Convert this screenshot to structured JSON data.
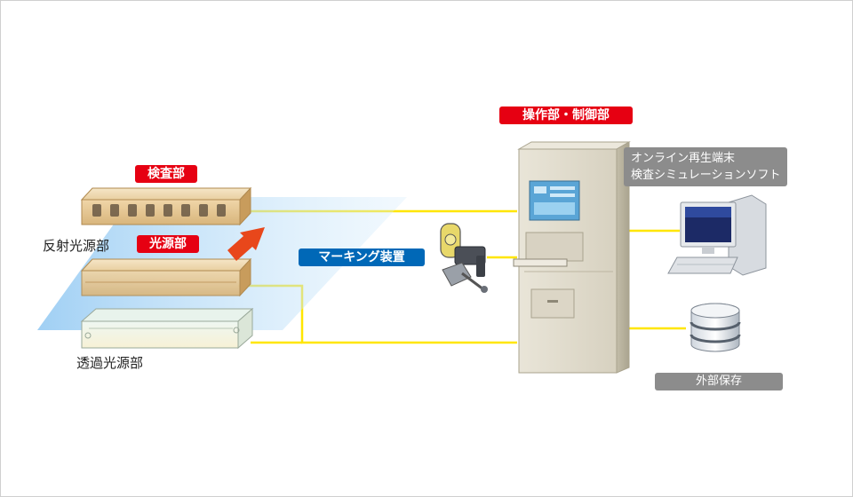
{
  "labels": {
    "inspection_unit": "検査部",
    "light_source_unit": "光源部",
    "reflective_light_source": "反射光源部",
    "transmissive_light_source": "透過光源部",
    "marking_device": "マーキング装置",
    "control_unit": "操作部・制御部",
    "terminal_line1": "オンライン再生端末",
    "terminal_line2": "検査シミュレーションソフト",
    "external_storage": "外部保存"
  },
  "colors": {
    "tag_red": "#e60012",
    "tag_blue": "#0068b7",
    "tag_gray": "#8c8c8c",
    "connector_yellow": "#ffe600",
    "web_sheet_blue": "#9fd0f5",
    "flow_arrow": "#e8471b"
  },
  "icons": {
    "camera_array": "camera-array-icon",
    "light_bar": "light-bar-icon",
    "marker": "marking-device-icon",
    "cabinet": "control-cabinet-icon",
    "pc": "pc-terminal-icon",
    "storage": "database-icon",
    "arrow": "flow-arrow-icon"
  }
}
